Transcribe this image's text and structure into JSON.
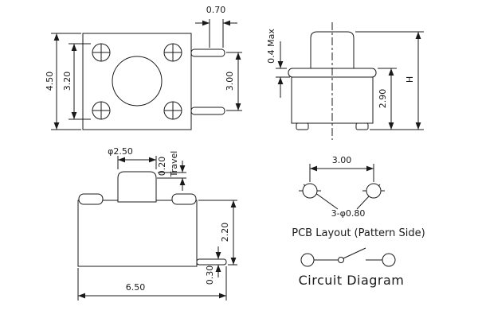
{
  "meta": {
    "background": "#ffffff",
    "line_color": "#1a1a1a",
    "subject": "tact switch technical drawing"
  },
  "top_view": {
    "dim_body": "4.50",
    "dim_inner": "3.20",
    "dim_lead_tip": "0.70",
    "dim_lead_pitch": "3.00"
  },
  "side_view": {
    "dim_flange": "0.4 Max",
    "dim_body_height": "2.90",
    "dim_total_height": "H"
  },
  "front_view": {
    "dim_stem_dia": "φ2.50",
    "dim_travel_value": "0.20",
    "dim_travel_label": "Travel",
    "dim_height": "2.20",
    "dim_lead_thickness": "0.30",
    "dim_width": "6.50"
  },
  "pcb": {
    "dim_pitch": "3.00",
    "dim_holes": "3-φ0.80",
    "caption": "PCB Layout (Pattern Side)"
  },
  "circuit": {
    "caption": "Circuit Diagram"
  }
}
